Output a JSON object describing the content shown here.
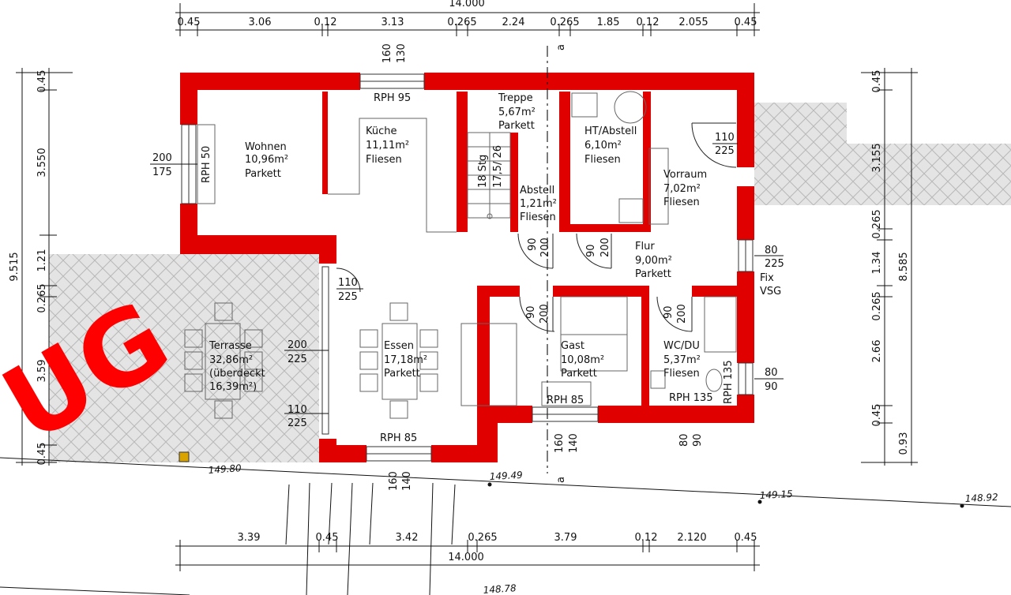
{
  "rooms": {
    "wohnen": {
      "name": "Wohnen",
      "area": "10,96m²",
      "floor": "Parkett"
    },
    "kueche": {
      "name": "Küche",
      "area": "11,11m²",
      "floor": "Fliesen"
    },
    "treppe": {
      "name": "Treppe",
      "area": "5,67m²",
      "floor": "Parkett"
    },
    "htabstell": {
      "name": "HT/Abstell",
      "area": "6,10m²",
      "floor": "Fliesen"
    },
    "vorraum": {
      "name": "Vorraum",
      "area": "7,02m²",
      "floor": "Fliesen"
    },
    "abstell": {
      "name": "Abstell",
      "area": "1,21m²",
      "floor": "Fliesen"
    },
    "flur": {
      "name": "Flur",
      "area": "9,00m²",
      "floor": "Parkett"
    },
    "essen": {
      "name": "Essen",
      "area": "17,18m²",
      "floor": "Parkett"
    },
    "gast": {
      "name": "Gast",
      "area": "10,08m²",
      "floor": "Parkett"
    },
    "wcdu": {
      "name": "WC/DU",
      "area": "5,37m²",
      "floor": "Fliesen"
    },
    "terrasse": {
      "name": "Terrasse",
      "area": "32,86m²",
      "note1": "(überdeckt",
      "note2": "16,39m²)"
    }
  },
  "stairs": {
    "steps": "18 Stg",
    "ratio": "17,5/ 26"
  },
  "windows": {
    "rph95": "RPH 95",
    "rph50": "RPH 50",
    "rph85_gast": "RPH 85",
    "rph85_essen": "RPH 85",
    "rph135_h": "RPH 135",
    "rph135_v": "RPH 135",
    "fix": "Fix",
    "vsg": "VSG"
  },
  "openings": {
    "top_160": "160",
    "top_130": "130",
    "left_200": "200",
    "left_175": "175",
    "door_110a": "110",
    "door_225a": "225",
    "terr_200": "200",
    "terr_225": "225",
    "terr_110": "110",
    "terr_225b": "225",
    "vr_110": "110",
    "vr_225": "225",
    "right_80a": "80",
    "right_225": "225",
    "right_80b": "80",
    "right_90": "90",
    "d_abstell_90": "90",
    "d_abstell_200": "200",
    "d_ht_90": "90",
    "d_ht_200": "200",
    "d_gast_90": "90",
    "d_gast_200": "200",
    "d_wc_90": "90",
    "d_wc_200": "200",
    "b_160": "160",
    "b_140": "140",
    "b2_80": "80",
    "b2_90": "90",
    "b3_160": "160",
    "b3_140": "140"
  },
  "dims_top": {
    "total": "14.000",
    "segments": [
      "0.45",
      "3.06",
      "0.12",
      "3.13",
      "0.265",
      "2.24",
      "0.265",
      "1.85",
      "0.12",
      "2.055",
      "0.45"
    ]
  },
  "dims_bottom": {
    "total": "14.000",
    "segments": [
      "3.39",
      "0.45",
      "3.42",
      "0.265",
      "3.79",
      "0.12",
      "2.120",
      "0.45"
    ]
  },
  "dims_left": {
    "total": "9.515",
    "segments": [
      "0.45",
      "3.550",
      "1.21",
      "0.265",
      "3.59",
      "0.45"
    ]
  },
  "dims_right": {
    "total": "8.585",
    "segments": [
      "0.45",
      "3.155",
      "0.265",
      "1.34",
      "0.265",
      "2.66",
      "0.45",
      "0.93"
    ]
  },
  "elevations": [
    "149.80",
    "149.49",
    "149.15",
    "148.92",
    "148.78"
  ],
  "section_mark": "a",
  "stamp": "UG"
}
